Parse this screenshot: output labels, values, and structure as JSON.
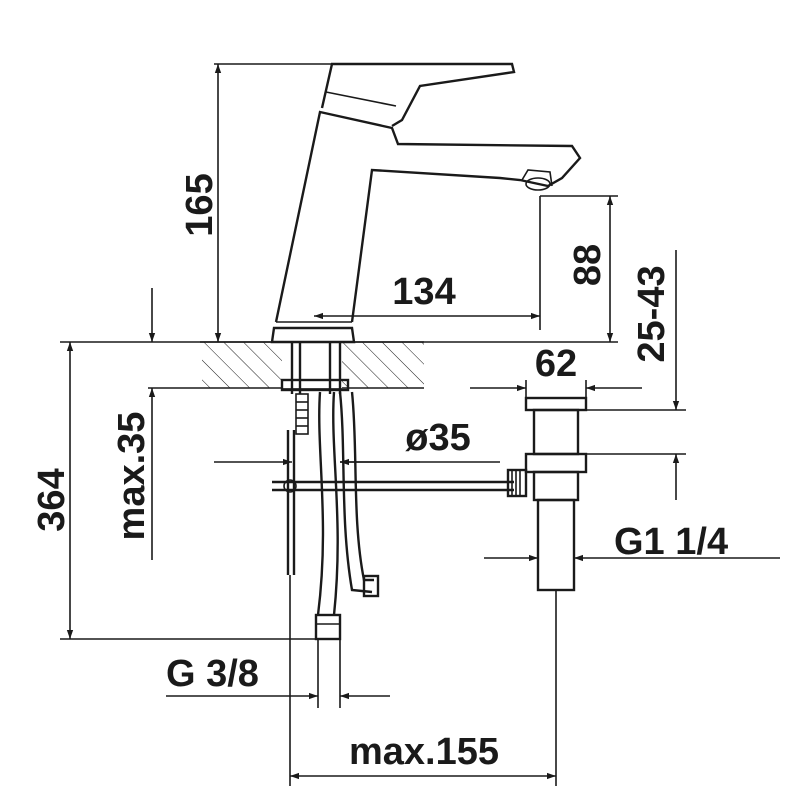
{
  "drawing": {
    "subject": "faucet-installation-dimensions",
    "stroke_color": "#1a1a1a",
    "background": "#ffffff"
  },
  "dimensions": {
    "spout_height": "165",
    "spout_reach": "134",
    "outlet_height": "88",
    "waste_rod_range": "25-43",
    "waste_width": "62",
    "max_deck_thickness": "max.35",
    "hole_diameter": "ø35",
    "total_height": "364",
    "waste_thread": "G1 1/4",
    "supply_thread": "G 3/8",
    "max_reach_below": "max.155"
  }
}
